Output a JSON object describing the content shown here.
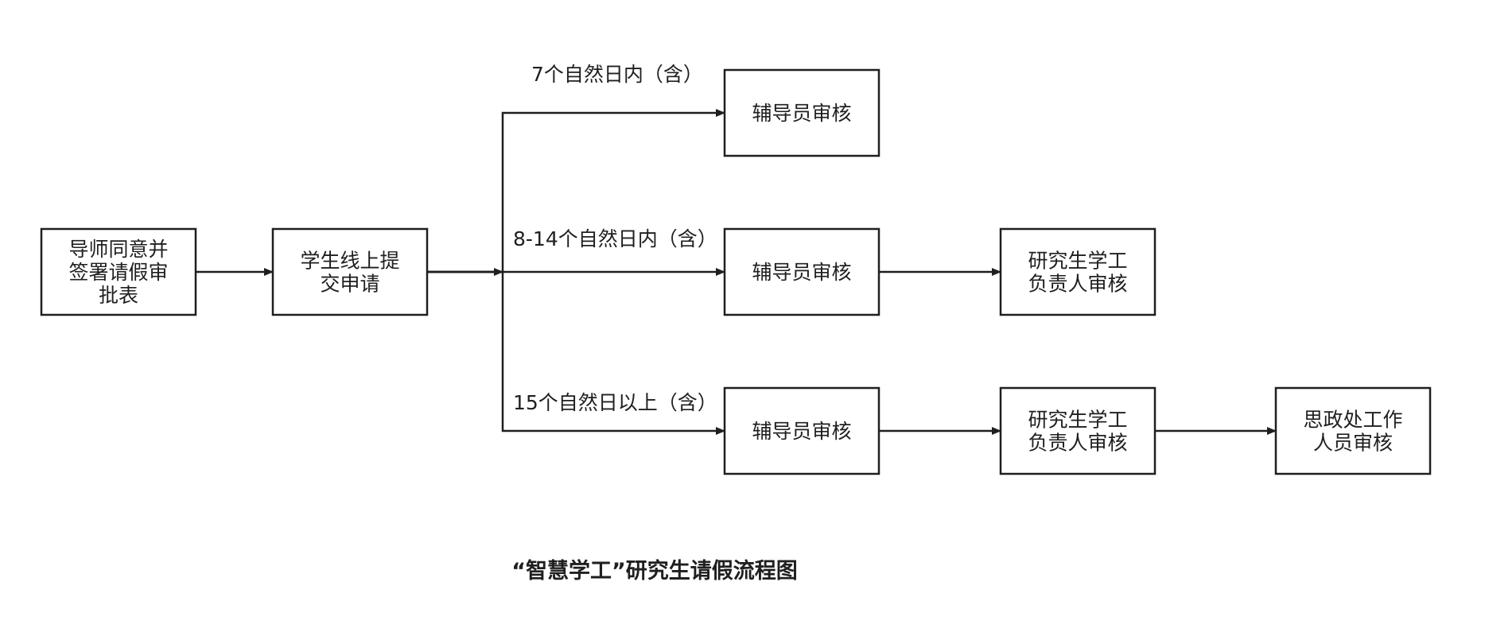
{
  "diagram": {
    "title": "“智慧学工”研究生请假流程图",
    "nodes": [
      {
        "id": "n1",
        "name": "node-advisor-approval",
        "lines": [
          "导师同意并",
          "签署请假审",
          "批表"
        ]
      },
      {
        "id": "n2",
        "name": "node-student-submit",
        "lines": [
          "学生线上提",
          "交申请"
        ]
      },
      {
        "id": "n3",
        "name": "node-counselor-review-7d",
        "lines": [
          "辅导员审核"
        ]
      },
      {
        "id": "n4",
        "name": "node-counselor-review-14d",
        "lines": [
          "辅导员审核"
        ]
      },
      {
        "id": "n5",
        "name": "node-grad-affairs-review-14d",
        "lines": [
          "研究生学工",
          "负责人审核"
        ]
      },
      {
        "id": "n6",
        "name": "node-counselor-review-15d",
        "lines": [
          "辅导员审核"
        ]
      },
      {
        "id": "n7",
        "name": "node-grad-affairs-review-15d",
        "lines": [
          "研究生学工",
          "负责人审核"
        ]
      },
      {
        "id": "n8",
        "name": "node-political-office-review",
        "lines": [
          "思政处工作",
          "人员审核"
        ]
      }
    ],
    "branch_labels": [
      {
        "name": "branch-label-7-days",
        "text": "7个自然日内（含）"
      },
      {
        "name": "branch-label-8-14-days",
        "text": "8-14个自然日内（含）"
      },
      {
        "name": "branch-label-15-days",
        "text": "15个自然日以上（含）"
      }
    ],
    "edges": [
      {
        "from": "n1",
        "to": "n2"
      },
      {
        "from": "n2",
        "to": "n3",
        "label": 0
      },
      {
        "from": "n2",
        "to": "n4",
        "label": 1
      },
      {
        "from": "n2",
        "to": "n6",
        "label": 2
      },
      {
        "from": "n4",
        "to": "n5"
      },
      {
        "from": "n6",
        "to": "n7"
      },
      {
        "from": "n7",
        "to": "n8"
      }
    ]
  }
}
